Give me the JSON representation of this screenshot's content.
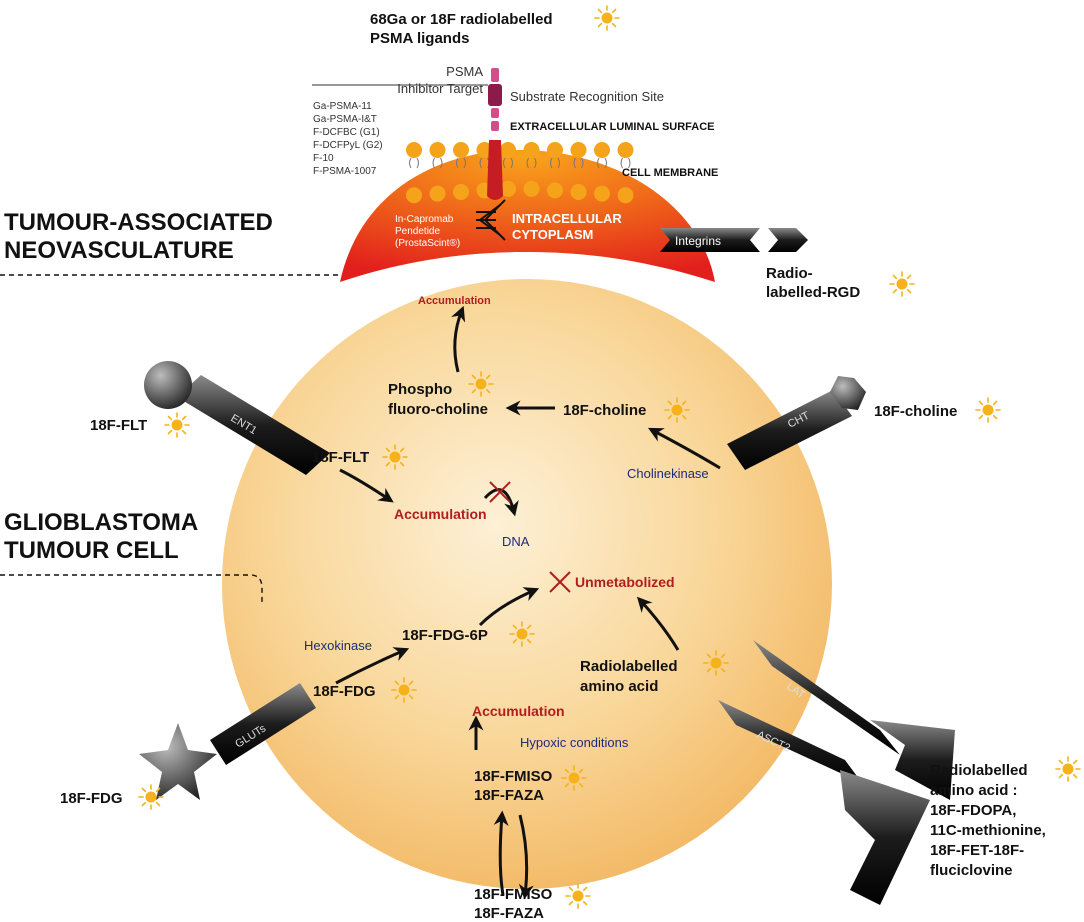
{
  "psma": {
    "title_line1": "68Ga or 18F radiolabelled",
    "title_line2": "PSMA ligands",
    "target_line1": "PSMA",
    "target_line2": "Inhibitor Target",
    "substrate_site": "Substrate Recognition Site",
    "extracellular": "EXTRACELLULAR LUMINAL SURFACE",
    "cell_membrane": "CELL MEMBRANE",
    "ligands": [
      "Ga-PSMA-11",
      "Ga-PSMA-I&T",
      "F-DCFBC (G1)",
      "F-DCFPyL (G2)",
      "F-10",
      "F-PSMA-1007"
    ],
    "capromab_line1": "In-Capromab",
    "capromab_line2": "Pendetide",
    "capromab_line3": "(ProstaScint®)",
    "intracellular_line1": "INTRACELLULAR",
    "intracellular_line2": "CYTOPLASM"
  },
  "neovasculature": {
    "line1": "TUMOUR-ASSOCIATED",
    "line2": "NEOVASCULATURE"
  },
  "integrins": {
    "label": "Integrins",
    "tracer_line1": "Radio-",
    "tracer_line2": "labelled-RGD"
  },
  "cell_label": {
    "line1": "GLIOBLASTOMA",
    "line2": "TUMOUR CELL"
  },
  "choline": {
    "accumulation": "Accumulation",
    "phospho_line1": "Phospho",
    "phospho_line2": "fluoro-choline",
    "inner": "18F-choline",
    "outer": "18F-choline",
    "transporter": "CHT",
    "enzyme": "Cholinekinase"
  },
  "flt": {
    "outer": "18F-FLT",
    "transporter": "ENT1",
    "inner": "18F-FLT",
    "accumulation": "Accumulation",
    "dna": "DNA"
  },
  "fdg": {
    "unmetabolized": "Unmetabolized",
    "fdg6p": "18F-FDG-6P",
    "enzyme": "Hexokinase",
    "inner": "18F-FDG",
    "transporter": "GLUTs",
    "outer": "18F-FDG"
  },
  "amino": {
    "inner_line1": "Radiolabelled",
    "inner_line2": "amino acid",
    "transporter1": "LAT",
    "transporter2": "ASCT2",
    "outer_line1": "Radiolabelled",
    "outer_line2": "amino acid :",
    "outer_line3": "18F-FDOPA,",
    "outer_line4": "11C-methionine,",
    "outer_line5": "18F-FET-18F-",
    "outer_line6": "fluciclovine"
  },
  "hypoxia": {
    "accumulation": "Accumulation",
    "condition": "Hypoxic conditions",
    "inner_line1": "18F-FMISO",
    "inner_line2": "18F-FAZA",
    "outer_line1": "18F-FMISO",
    "outer_line2": "18F-FAZA"
  },
  "colors": {
    "accent_red": "#b01e1e",
    "enzyme_blue": "#1e2a7a",
    "sun": "#f5b21a",
    "cell": "#f7c874",
    "membrane": "#e8221d"
  }
}
